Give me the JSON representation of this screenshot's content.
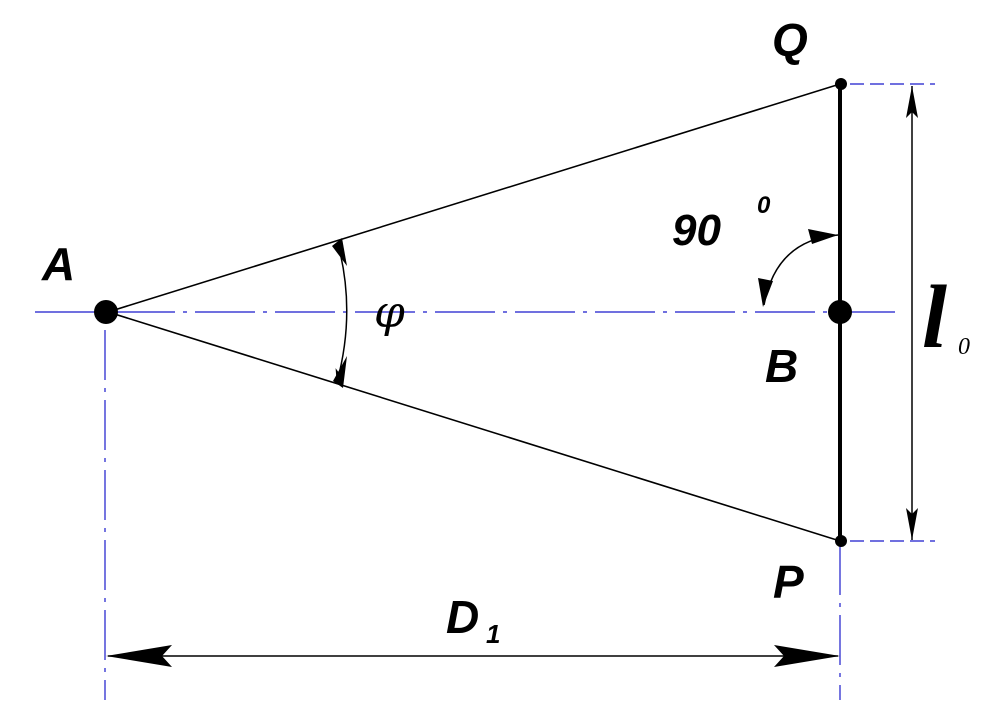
{
  "diagram": {
    "points": {
      "A": "A",
      "B": "B",
      "Q": "Q",
      "P": "P"
    },
    "angle_label": "φ",
    "right_angle": {
      "value": "90",
      "unit": "0"
    },
    "length_symbol": {
      "main": "l",
      "subscript": "0"
    },
    "distance_symbol": {
      "main": "D",
      "subscript": "1"
    },
    "colors": {
      "lines": "#000000",
      "axis": "#1a1acc",
      "background": "#ffffff"
    }
  }
}
